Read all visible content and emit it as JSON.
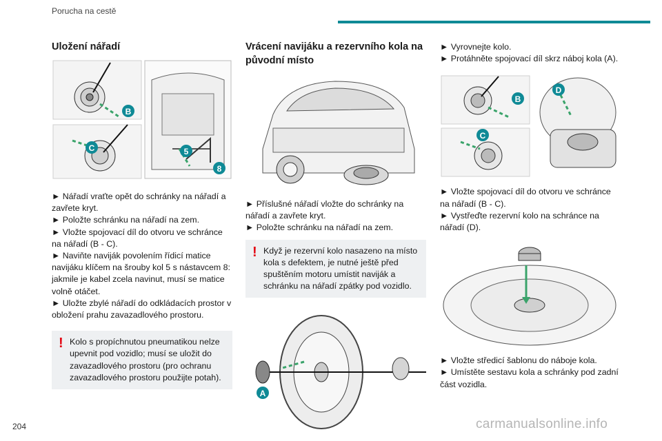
{
  "header": {
    "section": "Porucha na cestě",
    "accent_color": "#0f8a96"
  },
  "page_number": "204",
  "watermark": "carmanualsonline.info",
  "left": {
    "title": "Uložení nářadí",
    "figure": {
      "labels": [
        "B",
        "C",
        "5",
        "8"
      ]
    },
    "steps": [
      "► Nářadí vraťte opět do schránky na nářadí a zavřete kryt.",
      "► Položte schránku na nářadí na zem.",
      "► Vložte spojovací díl do otvoru ve schránce na nářadí (B - C).",
      "► Naviňte naviják povolením řídicí matice navijáku klíčem na šrouby kol 5 s nástavcem 8: jakmile je kabel zcela navinut, musí se matice volně otáčet.",
      "► Uložte zbylé nářadí do odkládacích prostor v obložení prahu zavazadlového prostoru."
    ],
    "warning": "Kolo s propíchnutou pneumatikou nelze upevnit pod vozidlo; musí se uložit do zavazadlového prostoru (pro ochranu zavazadlového prostoru použijte potah)."
  },
  "middle": {
    "title": "Vrácení navijáku a rezervního kola na původní místo",
    "steps": [
      "► Příslušné nářadí vložte do schránky na nářadí a zavřete kryt.",
      "► Položte schránku na nářadí na zem."
    ],
    "warning": "Když je rezervní kolo nasazeno na místo kola s defektem, je nutné ještě před spuštěním motoru umístit naviják a schránku na nářadí zpátky pod vozidlo.",
    "figure2": {
      "labels": [
        "A"
      ]
    }
  },
  "right": {
    "steps_top": [
      "► Vyrovnejte kolo.",
      "► Protáhněte spojovací díl skrz náboj kola (A)."
    ],
    "figure": {
      "labels": [
        "B",
        "C",
        "D"
      ]
    },
    "steps_mid": [
      "► Vložte spojovací díl do otvoru ve schránce na nářadí (B - C).",
      "► Vystřeďte rezervní kolo na schránce na nářadí (D)."
    ],
    "steps_bottom": [
      "► Vložte středicí šablonu do náboje kola.",
      "► Umístěte sestavu kola a schránky pod zadní část vozidla."
    ]
  },
  "colors": {
    "label_badge": "#0f8a96",
    "warning_mark": "#e30613",
    "warning_bg": "#eef0f2"
  }
}
